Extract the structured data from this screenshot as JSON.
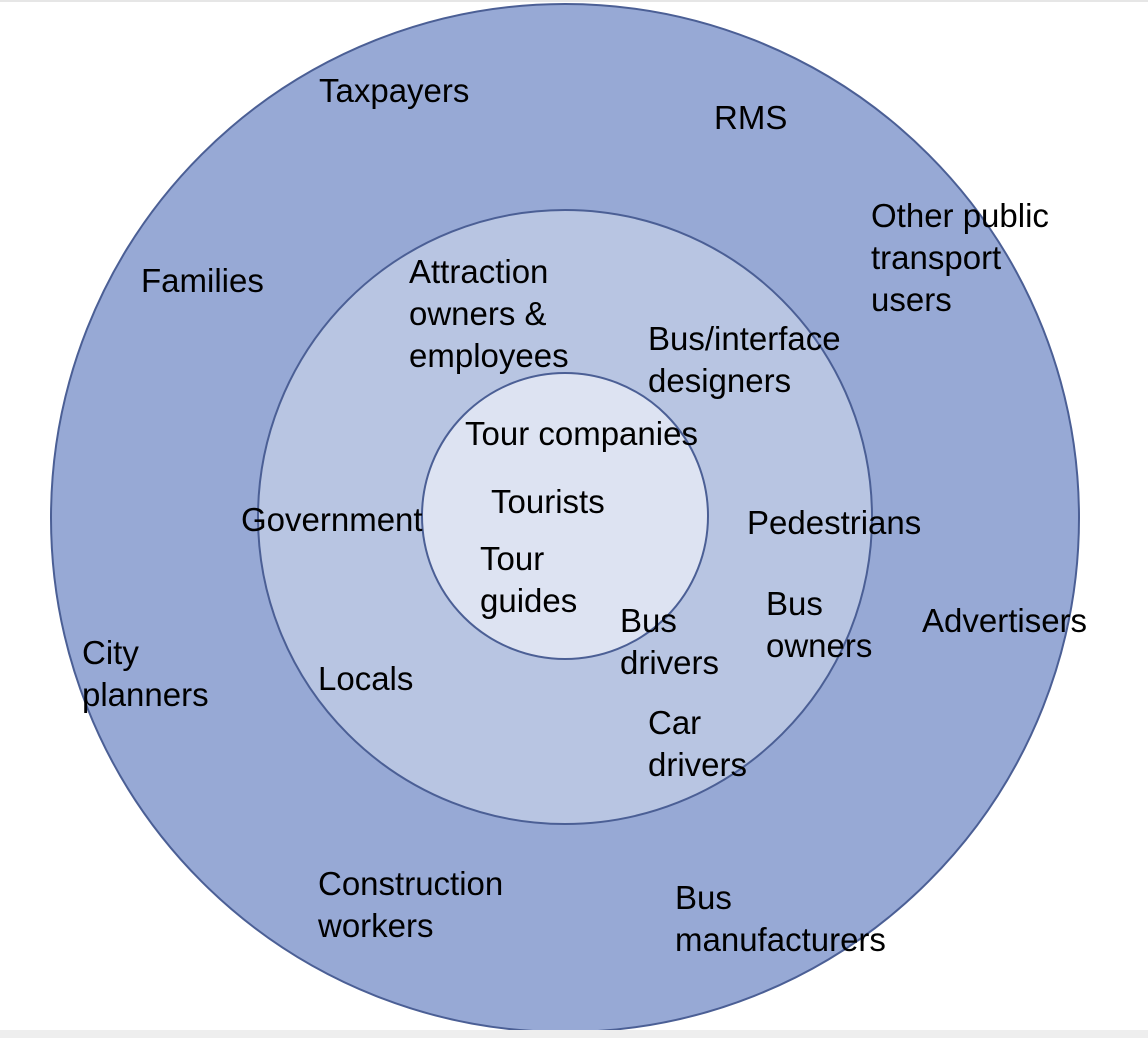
{
  "colors": {
    "outer_ring": "#97a9d5",
    "middle_ring": "#b8c5e2",
    "inner_ring": "#dde3f2",
    "stroke": "#4b5f95"
  },
  "rings": {
    "outer": {
      "labels": {
        "taxpayers": "Taxpayers",
        "rms": "RMS",
        "other_public_transport_users": [
          "Other public",
          "transport",
          "users"
        ],
        "families": "Families",
        "city_planners": [
          "City",
          "planners"
        ],
        "advertisers": "Advertisers",
        "construction_workers": [
          "Construction",
          "workers"
        ],
        "bus_manufacturers": [
          "Bus",
          "manufacturers"
        ]
      }
    },
    "middle": {
      "labels": {
        "attraction_owners": [
          "Attraction",
          "owners &",
          "employees"
        ],
        "bus_interface_designers": [
          "Bus/interface",
          "designers"
        ],
        "government": "Government",
        "pedestrians": "Pedestrians",
        "bus_owners": [
          "Bus",
          "owners"
        ],
        "locals": "Locals",
        "bus_drivers": [
          "Bus",
          "drivers"
        ],
        "car_drivers": [
          "Car",
          "drivers"
        ]
      }
    },
    "inner": {
      "labels": {
        "tour_companies": "Tour companies",
        "tourists": "Tourists",
        "tour_guides": [
          "Tour",
          "guides"
        ]
      }
    }
  }
}
